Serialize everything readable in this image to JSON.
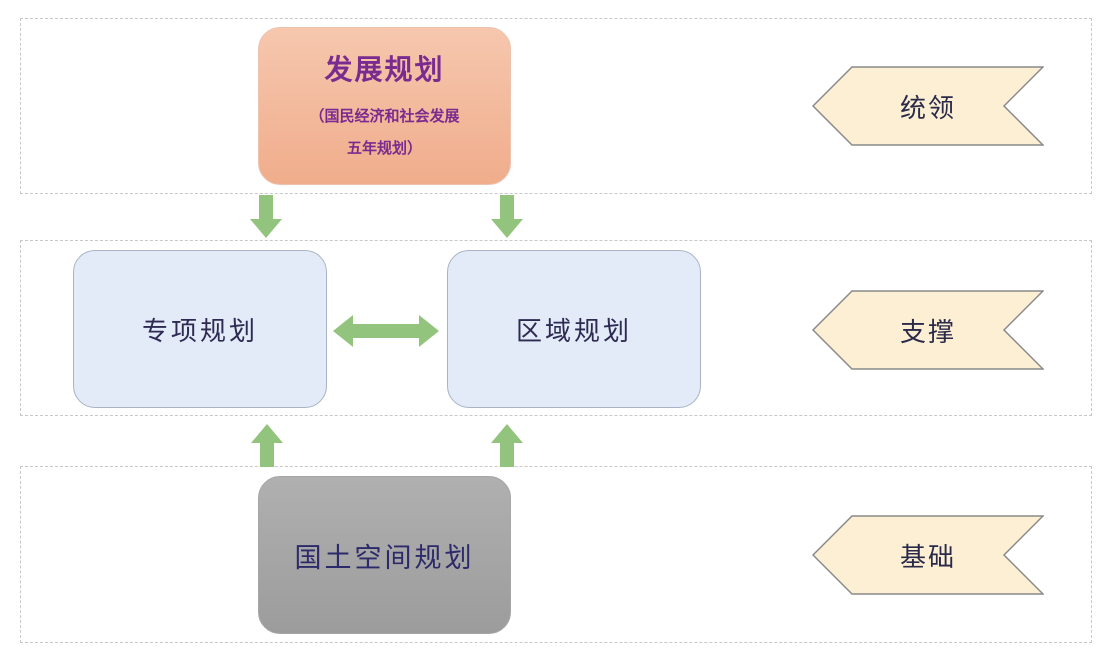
{
  "layers": {
    "top": {
      "box": {
        "title": "发展规划",
        "subtitle_line1": "（国民经济和社会发展",
        "subtitle_line2": "五年规划）"
      },
      "tag": "统领"
    },
    "middle": {
      "left_box": "专项规划",
      "right_box": "区域规划",
      "tag": "支撑"
    },
    "bottom": {
      "box": "国土空间规划",
      "tag": "基础"
    }
  },
  "colors": {
    "arrow_green": "#93c47d",
    "tag_fill": "#fcefd3",
    "tag_stroke": "#8a8a8a"
  },
  "icons": {
    "arrow_down": "arrow-down-icon",
    "arrow_up": "arrow-up-icon",
    "arrow_double": "double-arrow-icon",
    "tag_shape": "chevron-tag-icon"
  }
}
